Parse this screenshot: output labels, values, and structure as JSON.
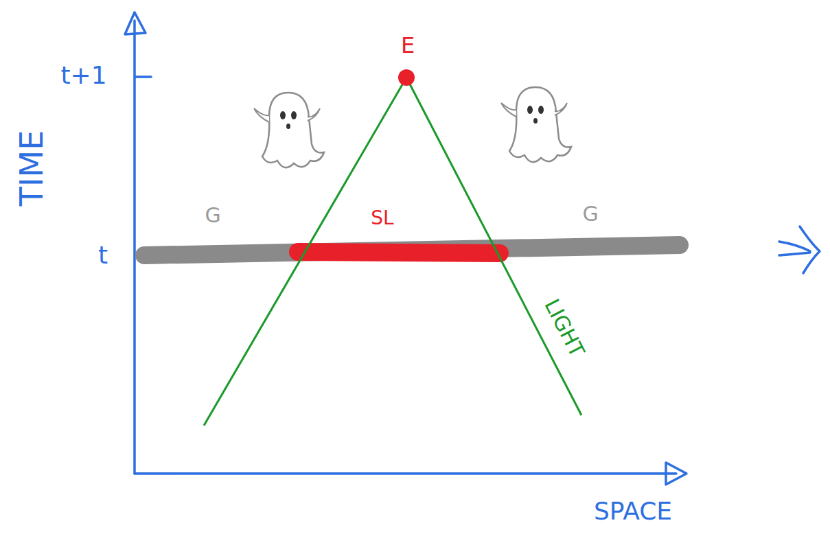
{
  "diagram": {
    "labels": [
      "TIME",
      "t+1",
      "t",
      "E",
      "G",
      "SL",
      "G",
      "LIGHT",
      "SPACE"
    ]
  }
}
